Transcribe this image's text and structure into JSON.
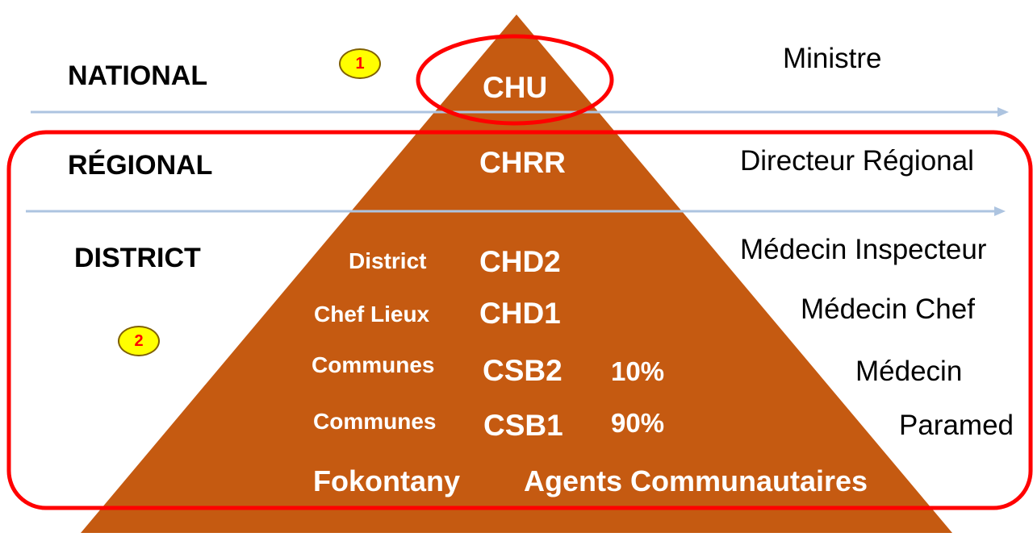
{
  "levels": {
    "national": "NATIONAL",
    "regional": "RÉGIONAL",
    "district": "DISTRICT"
  },
  "badges": {
    "one": "1",
    "two": "2"
  },
  "pyramid": {
    "chu": "CHU",
    "chrr": "CHRR",
    "chd2": "CHD2",
    "chd1": "CHD1",
    "csb2": "CSB2",
    "csb1": "CSB1",
    "district_label": "District",
    "chef_lieux_label": "Chef Lieux",
    "communes_label_1": "Communes",
    "communes_label_2": "Communes",
    "pct_csb2": "10%",
    "pct_csb1": "90%",
    "fokontany": "Fokontany",
    "agents": "Agents Communautaires"
  },
  "roles": {
    "ministre": "Ministre",
    "directeur": "Directeur Régional",
    "inspecteur": "Médecin Inspecteur",
    "chef": "Médecin Chef",
    "medecin": "Médecin",
    "paramed": "Paramed"
  },
  "colors": {
    "pyramid": "#c55a11",
    "highlight": "#ff0000",
    "divider": "#adc4e0",
    "badge": "#ffff00"
  }
}
